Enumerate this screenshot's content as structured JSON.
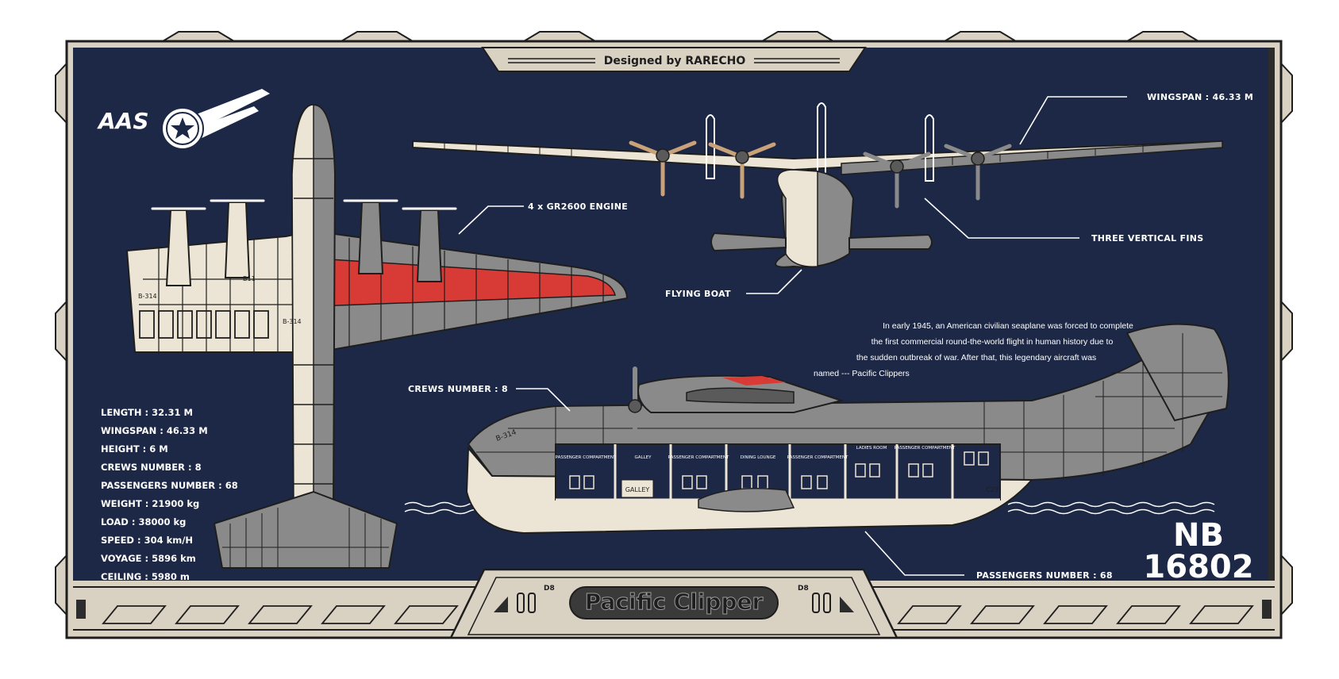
{
  "header": {
    "credit": "Designed by RARECHO"
  },
  "logo": {
    "text": "AAS"
  },
  "callouts": {
    "engine": "4 x GR2600 ENGINE",
    "wingspan": "WINGSPAN : 46.33 M",
    "fins": "THREE VERTICAL FINS",
    "flying_boat": "FLYING BOAT",
    "crews": "CREWS NUMBER : 8",
    "passengers": "PASSENGERS NUMBER : 68"
  },
  "specs": [
    "LENGTH : 32.31 M",
    "WINGSPAN : 46.33 M",
    "HEIGHT : 6 M",
    "CREWS NUMBER : 8",
    "PASSENGERS NUMBER : 68",
    "WEIGHT : 21900 kg",
    "LOAD : 38000 kg",
    "SPEED : 304 km/H",
    "VOYAGE : 5896 km",
    "CEILING : 5980 m"
  ],
  "story": [
    "In early 1945, an American civilian seaplane was forced to complete",
    "the first commercial round-the-world flight in human history due to",
    "the sudden outbreak of war. After that, this legendary aircraft was",
    "named --- Pacific Clippers"
  ],
  "aircraft_marks": {
    "top_tail": "B-314",
    "top_mid": "B-314",
    "top_wing": "B11",
    "side_nose": "B-314",
    "side_hull": "C23"
  },
  "cabin": {
    "compartments": [
      "PASSENGER COMPARTMENT",
      "GALLEY",
      "PASSENGER COMPARTMENT",
      "DINING LOUNGE",
      "PASSENGER COMPARTMENT",
      "LADIES ROOM",
      "PASSENGER COMPARTMENT"
    ],
    "galley_sign": "GALLEY"
  },
  "registration": {
    "line1": "NB",
    "line2": "16802"
  },
  "footer": {
    "title": "Pacific Clipper",
    "left_tag": "D8",
    "right_tag": "D8"
  },
  "colors": {
    "panel": "#1c2845",
    "frame": "#d9d1c2",
    "accent": "#d83a35",
    "gray": "#8a8a8a",
    "cream": "#ece4d4"
  }
}
